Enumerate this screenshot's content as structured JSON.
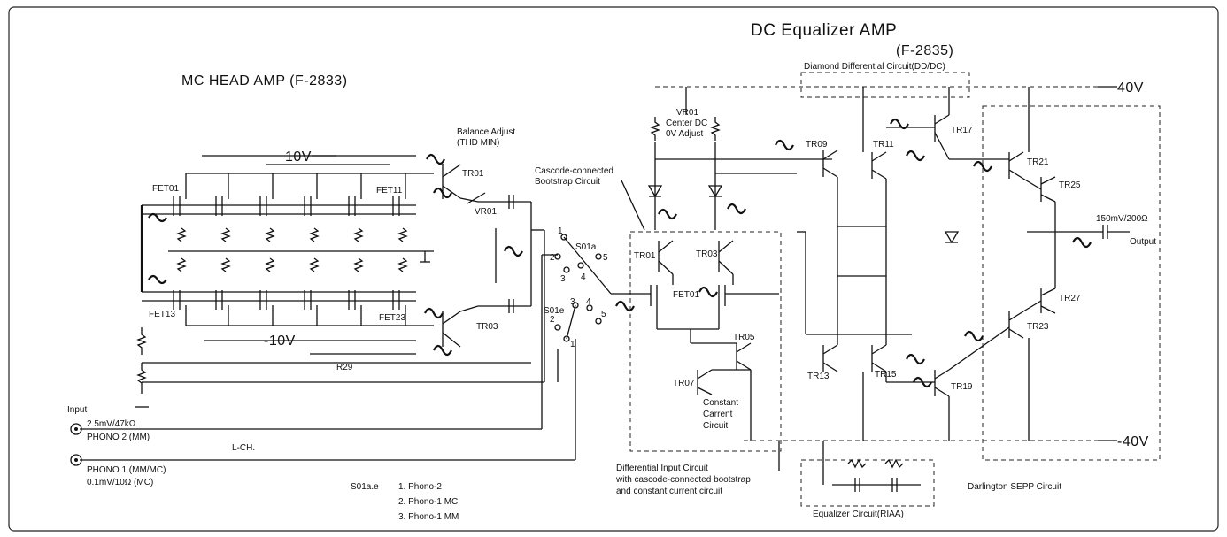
{
  "titles": {
    "dc_equalizer": "DC Equalizer AMP",
    "dc_equalizer_model": "(F-2835)",
    "mc_head": "MC HEAD AMP (F-2833)"
  },
  "blocks": {
    "diamond": "Diamond Differential Circuit(DD/DC)",
    "balance_1": "Balance Adjust",
    "balance_2": "(THD MIN)",
    "cascode_1": "Cascode-connected",
    "cascode_2": "Bootstrap Circuit",
    "center_dc_1": "VR01",
    "center_dc_2": "Center DC",
    "center_dc_3": "0V Adjust",
    "constant_1": "Constant",
    "constant_2": "Carrent",
    "constant_3": "Circuit",
    "diff_input_1": "Differential Input Circuit",
    "diff_input_2": "with cascode-connected bootstrap",
    "diff_input_3": "and constant current circuit",
    "equalizer": "Equalizer Circuit(RIAA)",
    "darlington": "Darlington SEPP Circuit"
  },
  "rails": {
    "pos40": "40V",
    "neg40": "-40V",
    "pos10": "10V",
    "neg10": "-10V"
  },
  "io": {
    "input": "Input",
    "phono2_level": "2.5mV/47kΩ",
    "phono2": "PHONO 2 (MM)",
    "lch": "L-CH.",
    "phono1": "PHONO 1 (MM/MC)",
    "phono1_level": "0.1mV/10Ω (MC)",
    "output_level": "150mV/200Ω",
    "output": "Output"
  },
  "switch": {
    "s01a": "S01a",
    "s01e": "S01e",
    "legend_title": "S01a.e",
    "legend_1": "1. Phono-2",
    "legend_2": "2. Phono-1 MC",
    "legend_3": "3. Phono-1 MM",
    "pos_1": "1",
    "pos_2": "2",
    "pos_3": "3",
    "pos_4": "4",
    "pos_5": "5"
  },
  "parts": {
    "fet01": "FET01",
    "fet11": "FET11",
    "fet13": "FET13",
    "fet23": "FET23",
    "tr01_head": "TR01",
    "tr03_head": "TR03",
    "vr01_head": "VR01",
    "r29": "R29",
    "eq_tr01": "TR01",
    "eq_tr03": "TR03",
    "eq_fet01": "FET01",
    "tr05": "TR05",
    "tr07": "TR07",
    "tr09": "TR09",
    "tr11": "TR11",
    "tr13": "TR13",
    "tr15": "TR15",
    "tr17": "TR17",
    "tr19": "TR19",
    "tr21": "TR21",
    "tr23": "TR23",
    "tr25": "TR25",
    "tr27": "TR27"
  }
}
